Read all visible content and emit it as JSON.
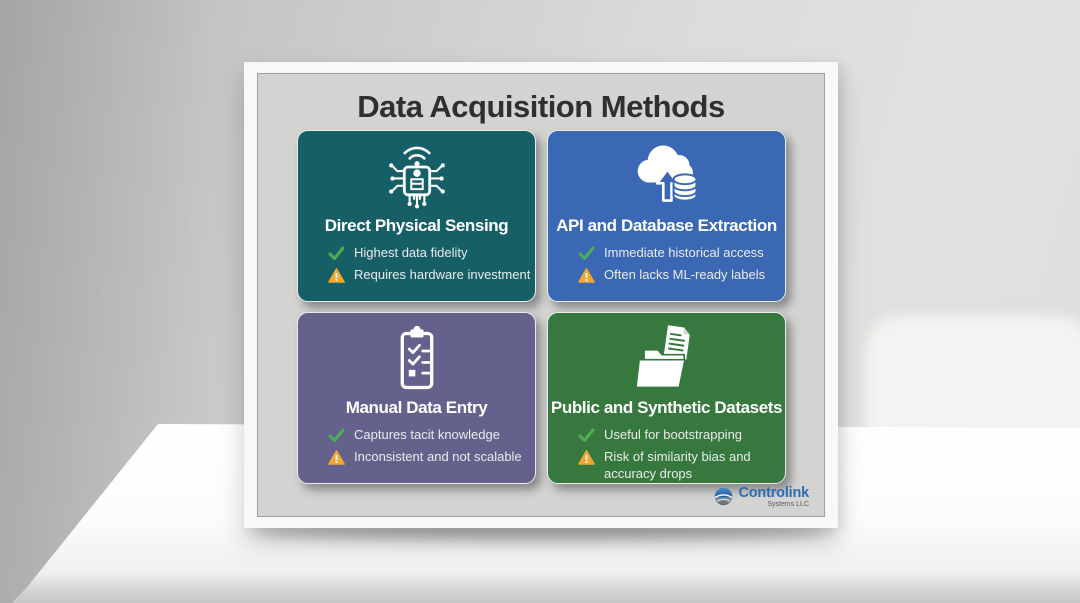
{
  "poster": {
    "title": "Data Acquisition Methods",
    "cards": [
      {
        "title": "Direct Physical Sensing",
        "icon": "sensor-chip-icon",
        "color": "#175f67",
        "pro": "Highest data fidelity",
        "con": "Requires hardware investment"
      },
      {
        "title": "API and Database Extraction",
        "icon": "cloud-upload-database-icon",
        "color": "#3a68b4",
        "pro": "Immediate historical access",
        "con": "Often lacks ML-ready labels"
      },
      {
        "title": "Manual Data Entry",
        "icon": "clipboard-checklist-icon",
        "color": "#64628d",
        "pro": "Captures tacit knowledge",
        "con": "Inconsistent and not scalable"
      },
      {
        "title": "Public and Synthetic Datasets",
        "icon": "folder-documents-icon",
        "color": "#37783e",
        "pro": "Useful for bootstrapping",
        "con": "Risk of similarity bias and accuracy drops"
      }
    ],
    "logo": {
      "name": "Controlink",
      "subtext": "Systems LLC"
    }
  },
  "colors": {
    "check_green": "#4caf50",
    "warning_orange": "#f2a72e",
    "title_text": "#2f2f31",
    "card_text": "#ffffff",
    "panel_gray": "#d3d3d1",
    "frame_white": "#f8f8f7",
    "brand_blue": "#2a6db3"
  }
}
